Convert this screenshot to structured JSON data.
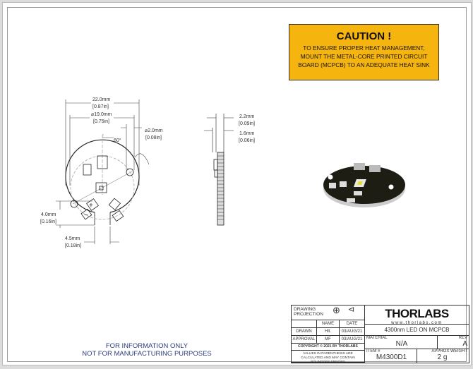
{
  "caution": {
    "title": "CAUTION !",
    "lines": [
      "TO ENSURE PROPER HEAT MANAGEMENT,",
      "MOUNT THE METAL-CORE PRINTED CIRCUIT",
      "BOARD (MCPCB) TO AN ADEQUATE HEAT SINK"
    ]
  },
  "dims": {
    "width_mm": "22.0mm",
    "width_in": "[0.87in]",
    "dia_mm": "⌀19.0mm",
    "dia_in": "[0.75in]",
    "hole_mm": "⌀2.0mm",
    "hole_in": "[0.08in]",
    "angle": "60°",
    "notch_depth_mm": "4.0mm",
    "notch_depth_in": "[0.16in]",
    "notch_width_mm": "4.5mm",
    "notch_width_in": "[0.18in]",
    "thick_mm": "2.2mm",
    "thick_in": "[0.09in]",
    "board_mm": "1.6mm",
    "board_in": "[0.06in]",
    "plus": "+",
    "minus": "−"
  },
  "footer": {
    "line1": "FOR INFORMATION ONLY",
    "line2": "NOT FOR MANUFACTURING PURPOSES"
  },
  "title_block": {
    "projection_label": "DRAWING PROJECTION",
    "name_header": "NAME",
    "date_header": "DATE",
    "drawn_label": "DRAWN",
    "drawn_name": "Hlt.",
    "drawn_date": "03/AUG/21",
    "approval_label": "APPROVAL",
    "approval_name": "MF",
    "approval_date": "03/AUG/21",
    "copyright": "COPYRIGHT © 2021 BY THORLABS",
    "note": "VALUES IN PARENTHESIS ARE CALCULATED AND MAY CONTAIN ROUNDOFF ERRORS",
    "logo": "THORLABS",
    "website": "www.thorlabs.com",
    "title": "4300nm LED ON MCPCB",
    "material_label": "MATERIAL",
    "material": "N/A",
    "rev_label": "REV",
    "rev": "A",
    "item_label": "ITEM #",
    "item": "M4300D1",
    "weight_label": "APPROX WEIGHT",
    "weight": "2 g"
  }
}
